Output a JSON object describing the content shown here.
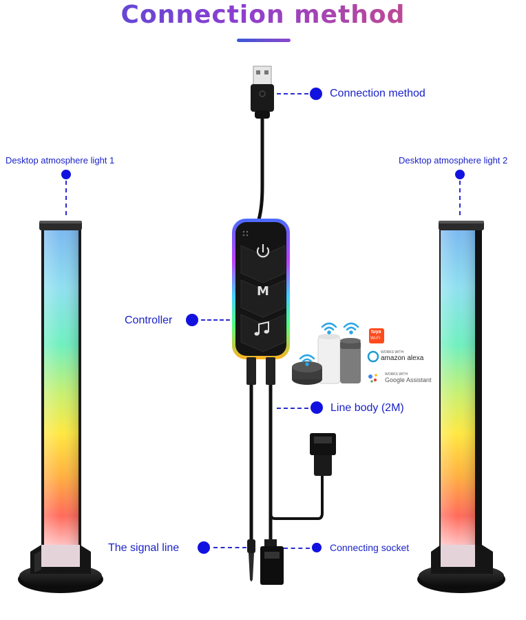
{
  "title": "Connection method",
  "labels": {
    "usb": "Connection method",
    "light1": "Desktop atmosphere light 1",
    "light2": "Desktop atmosphere light 2",
    "controller": "Controller",
    "line_body": "Line body (2M)",
    "signal_line": "The signal line",
    "socket": "Connecting socket"
  },
  "controller_buttons": {
    "mode": "M"
  },
  "smart_home": {
    "tuya": "tuya",
    "tuya_wifi": "Wi-Fi",
    "alexa_works_with": "WORKS WITH",
    "alexa": "amazon alexa",
    "google_works_with": "WORKS WITH",
    "google": "Google Assistant"
  },
  "colors": {
    "accent_blue": "#1212e0",
    "label_blue": "#1a22c8"
  }
}
